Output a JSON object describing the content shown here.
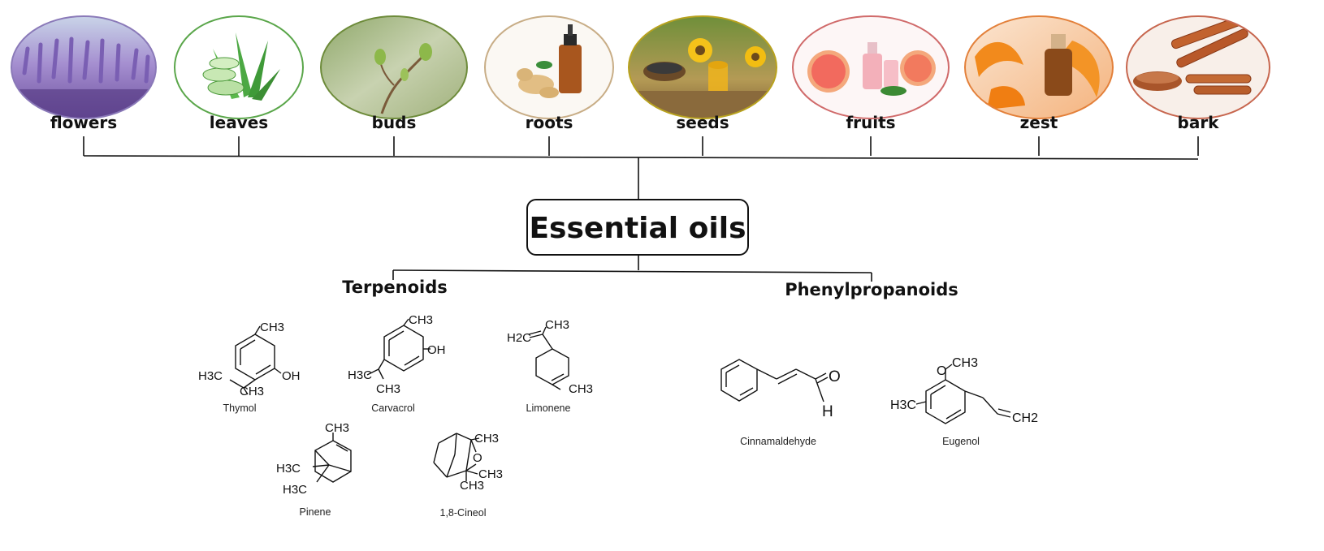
{
  "sources": [
    {
      "label": "flowers",
      "border": "#8a79b8",
      "bg": "#b7a6d9",
      "icon": "lavender-image"
    },
    {
      "label": "leaves",
      "border": "#5aa64a",
      "bg": "#ffffff",
      "icon": "aloe-image"
    },
    {
      "label": "buds",
      "border": "#6d8b3a",
      "bg": "#a9b98b",
      "icon": "buds-image"
    },
    {
      "label": "roots",
      "border": "#c8ad86",
      "bg": "#fbf8f3",
      "icon": "ginger-image"
    },
    {
      "label": "seeds",
      "border": "#b8a21e",
      "bg": "#d9c987",
      "icon": "sunflower-seeds-image"
    },
    {
      "label": "fruits",
      "border": "#d06a6a",
      "bg": "#fdf6f6",
      "icon": "grapefruit-image"
    },
    {
      "label": "zest",
      "border": "#e3803a",
      "bg": "#f6d2b2",
      "icon": "orange-zest-image"
    },
    {
      "label": "bark",
      "border": "#c7664e",
      "bg": "#f8efe9",
      "icon": "cinnamon-image"
    }
  ],
  "title": "Essential oils",
  "categories": {
    "terpenoids": "Terpenoids",
    "phenylpropanoids": "Phenylpropanoids"
  },
  "molecules": {
    "thymol": {
      "name": "Thymol",
      "ch3_top": "CH3",
      "h3c": "H3C",
      "ch3_bottom": "CH3",
      "oh": "OH"
    },
    "carvacrol": {
      "name": "Carvacrol",
      "ch3_top": "CH3",
      "oh": "OH",
      "h3c": "H3C",
      "ch3_bottom": "CH3"
    },
    "limonene": {
      "name": "Limonene",
      "h2c": "H2C",
      "ch3_top": "CH3",
      "ch3_bottom": "CH3"
    },
    "pinene": {
      "name": "Pinene",
      "ch3_top": "CH3",
      "h3c_a": "H3C",
      "h3c_b": "H3C"
    },
    "cineol": {
      "name": "1,8-Cineol",
      "ch3_a": "CH3",
      "o": "O",
      "ch3_b": "CH3",
      "ch3_c": "CH3"
    },
    "cinnamaldehyde": {
      "name": "Cinnamaldehyde",
      "o": "O",
      "h": "H"
    },
    "eugenol": {
      "name": "Eugenol",
      "och3": "CH3",
      "o": "O",
      "h3c": "H3C",
      "ch2": "CH2"
    }
  }
}
